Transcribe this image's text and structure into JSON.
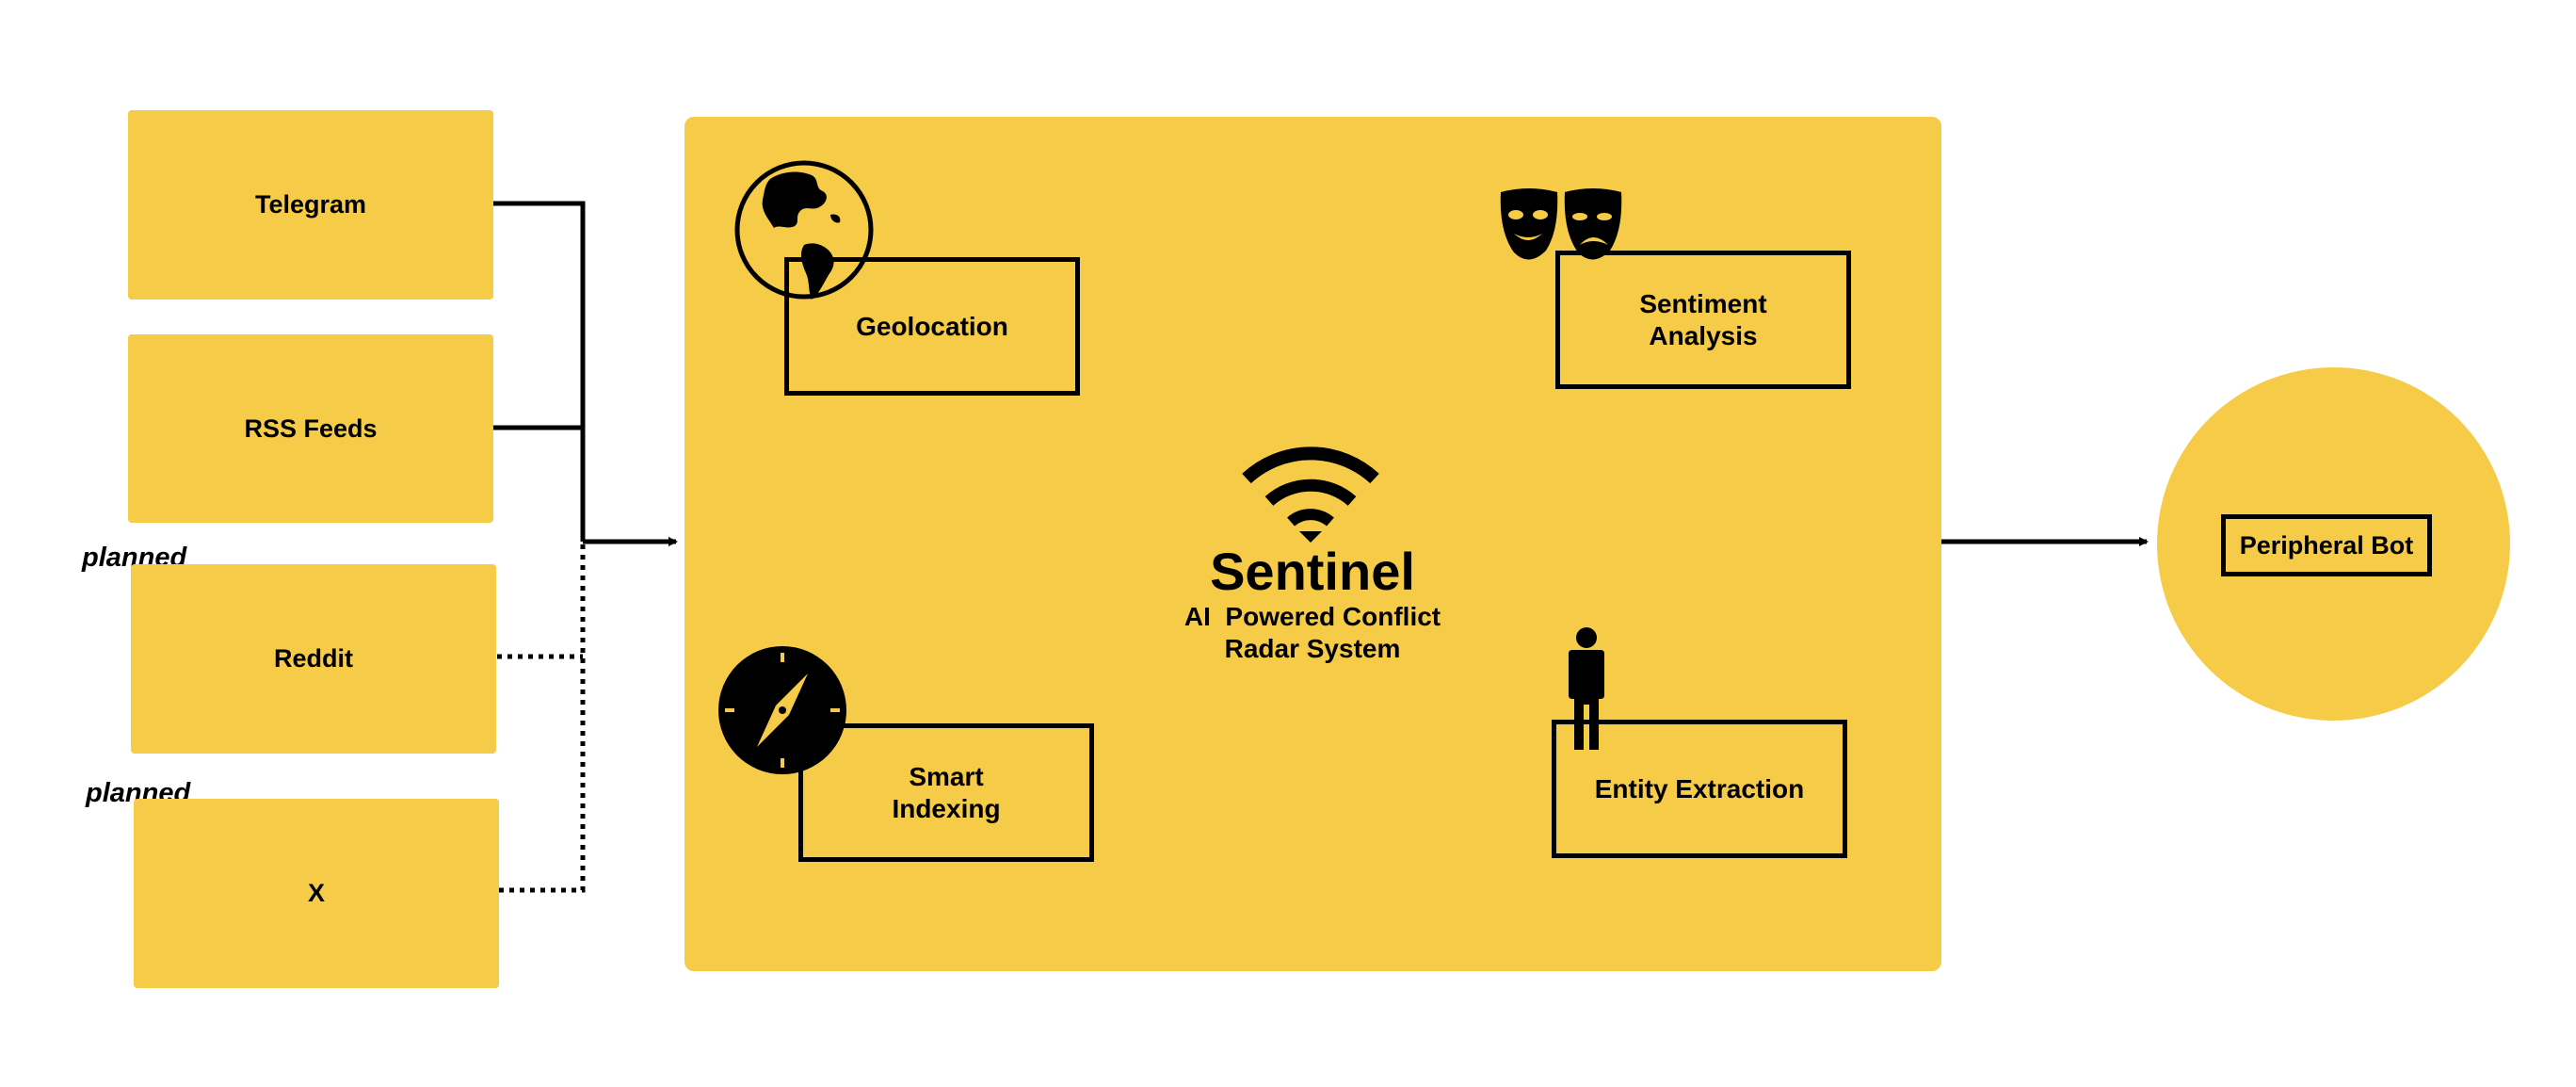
{
  "sources": [
    {
      "id": "telegram",
      "label": "Telegram",
      "status": "active"
    },
    {
      "id": "rss",
      "label": "RSS Feeds",
      "status": "active"
    },
    {
      "id": "reddit",
      "label": "Reddit",
      "status": "planned"
    },
    {
      "id": "x",
      "label": "X",
      "status": "planned"
    }
  ],
  "planned_label": "planned",
  "core": {
    "title": "Sentinel",
    "subtitle_line1": "AI  Powered Conflict",
    "subtitle_line2": "Radar System",
    "icon": "wifi-signal-icon"
  },
  "modules": {
    "geolocation": {
      "label": "Geolocation",
      "icon": "globe-icon"
    },
    "sentiment": {
      "label": "Sentiment\nAnalysis",
      "icon": "theater-masks-icon"
    },
    "indexing": {
      "label": "Smart\nIndexing",
      "icon": "compass-icon"
    },
    "entity": {
      "label": "Entity Extraction",
      "icon": "person-icon"
    }
  },
  "output": {
    "label": "Peripheral Bot"
  },
  "colors": {
    "accent": "#f5cb47",
    "stroke": "#000000",
    "background": "#ffffff"
  }
}
